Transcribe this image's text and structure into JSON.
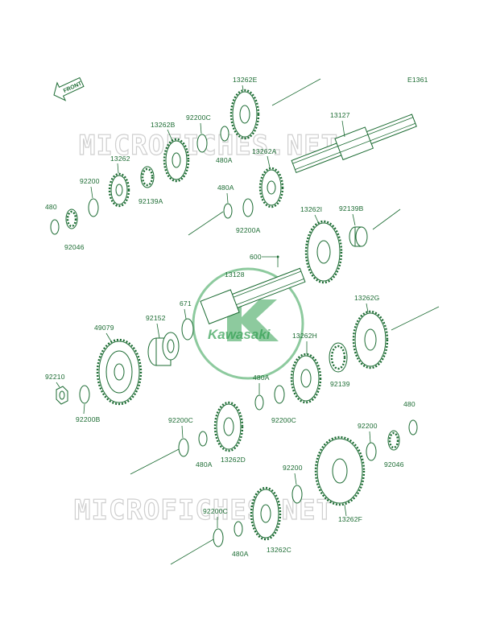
{
  "diagram": {
    "code": "E1361",
    "front_label": "FRONT",
    "logo_text": "Kawasaki",
    "watermark": "MICROFICHES.NET",
    "colors": {
      "line": "#1b6b32",
      "watermark": "#cfcfcf",
      "logo": "#2f9e4f"
    },
    "labels": {
      "p13262E": "13262E",
      "p13127": "13127",
      "p92200C_a": "92200C",
      "p13262B": "13262B",
      "p480A_a": "480A",
      "p13262A": "13262A",
      "p13262": "13262",
      "p92139A": "92139A",
      "p92200_a": "92200",
      "p480A_b": "480A",
      "p480_a": "480",
      "p92046_a": "92046",
      "p92200A": "92200A",
      "p13262I": "13262I",
      "p92139B": "92139B",
      "p600": "600",
      "p13128": "13128",
      "p671": "671",
      "p49079": "49079",
      "p92152": "92152",
      "p13262G": "13262G",
      "p13262H": "13262H",
      "p92139": "92139",
      "p92210": "92210",
      "p92200B": "92200B",
      "p480A_c": "480A",
      "p92200C_b": "92200C",
      "p480_b": "480",
      "p92200C_c": "92200C",
      "p92200_b": "92200",
      "p92046_b": "92046",
      "p480A_d": "480A",
      "p13262D": "13262D",
      "p92200_c": "92200",
      "p13262F": "13262F",
      "p92200C_d": "92200C",
      "p480A_e": "480A",
      "p13262C": "13262C"
    }
  }
}
